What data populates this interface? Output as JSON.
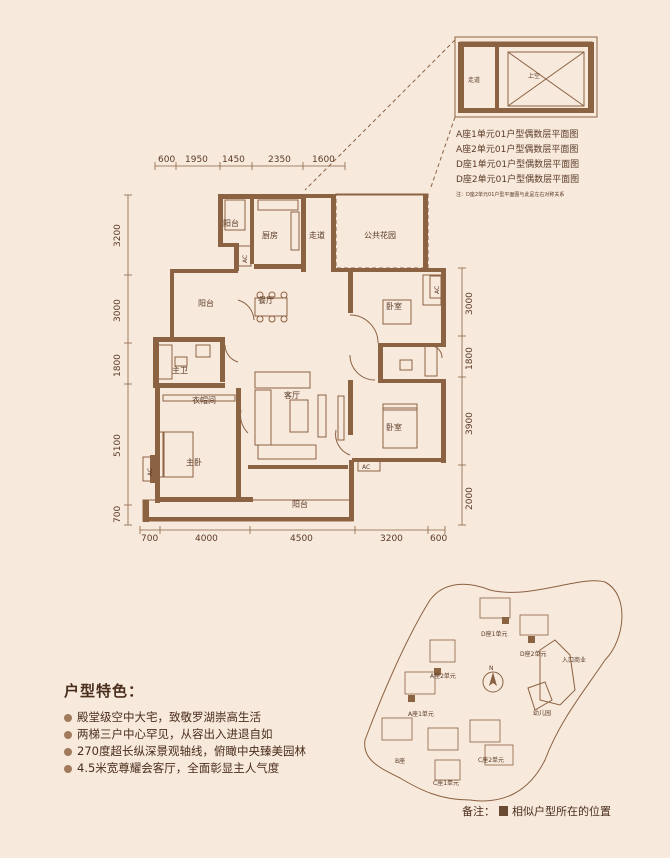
{
  "plan": {
    "rooms": {
      "balcony_top": "阳台",
      "kitchen": "厨房",
      "corridor": "走道",
      "public_garden": "公共花园",
      "balcony_left": "阳台",
      "dining": "餐厅",
      "bedroom_right_top": "卧室",
      "master_bath": "主卫",
      "closet": "衣帽间",
      "living": "客厅",
      "bedroom_right_bottom": "卧室",
      "master_bedroom": "主卧",
      "balcony_bottom": "阳台",
      "ac": "AC"
    },
    "dims_top": [
      "600",
      "1950",
      "1450",
      "2350",
      "1600"
    ],
    "dims_bottom": [
      "700",
      "4000",
      "4500",
      "3200",
      "600"
    ],
    "dims_left": [
      "3200",
      "3000",
      "1800",
      "5100",
      "700"
    ],
    "dims_right": [
      "3000",
      "1800",
      "3900",
      "2000"
    ]
  },
  "inset": {
    "corridor": "走道",
    "void": "上空"
  },
  "notes": [
    "A座1单元01户型偶数层平面图",
    "A座2单元01户型偶数层平面图",
    "D座1单元01户型偶数层平面图",
    "D座2单元01户型偶数层平面图"
  ],
  "notes_fine": "注：D座2单元01户型平面图与此呈左右对称关系",
  "features": {
    "title": "户型特色：",
    "items": [
      "殿堂级空中大宅，致敬罗湖崇高生活",
      "两梯三户中心罕见，从容出入进退自如",
      "270度超长纵深景观轴线，俯瞰中央臻美园林",
      "4.5米宽尊耀会客厅，全面彰显主人气度"
    ]
  },
  "siteplan": {
    "labels": {
      "d1": "D座1单元",
      "d2": "D座2单元",
      "a2": "A座2单元",
      "a1": "A座1单元",
      "b": "B座",
      "c2": "C座2单元",
      "c1": "C座1单元",
      "north": "N",
      "kindergarten": "幼儿园",
      "commercial": "入口商业"
    }
  },
  "remark": {
    "prefix": "备注：",
    "text": "相似户型所在的位置"
  }
}
